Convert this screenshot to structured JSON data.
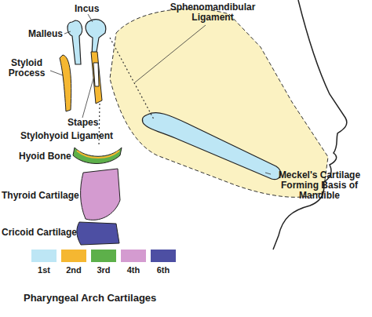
{
  "diagram": {
    "caption": "Pharyngeal Arch Cartilages",
    "labels": [
      "Incus",
      "Malleus",
      "Sphenomandibular Ligament",
      "Styloid Process",
      "Stapes",
      "Stylohyoid Ligament",
      "Hyoid Bone",
      "Thyroid Cartilage",
      "Cricoid Cartilage",
      "Meckel's Cartilage Forming Basis of Mandible"
    ],
    "legend": [
      {
        "text": "1st",
        "color": "#bde6f5"
      },
      {
        "text": "2nd",
        "color": "#f5b731"
      },
      {
        "text": "3rd",
        "color": "#5db04a"
      },
      {
        "text": "4th",
        "color": "#d49bd0"
      },
      {
        "text": "6th",
        "color": "#4d4fa3"
      }
    ]
  }
}
